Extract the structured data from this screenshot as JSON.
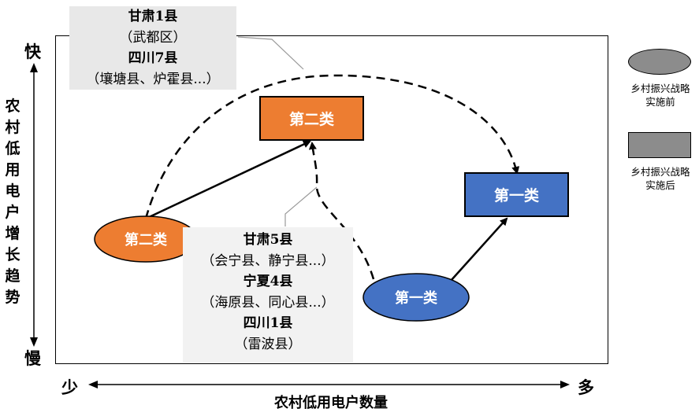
{
  "axes": {
    "y_top": "快",
    "y_bottom": "慢",
    "y_title": "农村低用电户增长趋势",
    "x_left": "少",
    "x_right": "多",
    "x_title": "农村低用电户数量"
  },
  "callout_top": {
    "line1": "甘肃1县",
    "line2": "（武都区）",
    "line3": "四川7县",
    "line4": "（壤塘县、炉霍县...）"
  },
  "callout_bottom": {
    "line1": "甘肃5县",
    "line2": "（会宁县、静宁县...）",
    "line3": "宁夏4县",
    "line4": "（海原县、同心县...）",
    "line5": "四川1县",
    "line6": "（雷波县）"
  },
  "nodes": {
    "before_second": "第二类",
    "before_first": "第一类",
    "after_second": "第二类",
    "after_first": "第一类"
  },
  "legend": {
    "before": "乡村振兴战略实施前",
    "after": "乡村振兴战略实施后"
  },
  "colors": {
    "orange": "#ed7d31",
    "blue": "#4472c4",
    "legend_gray": "#8c8c8c",
    "callout_bg": "#e8e8e8"
  }
}
